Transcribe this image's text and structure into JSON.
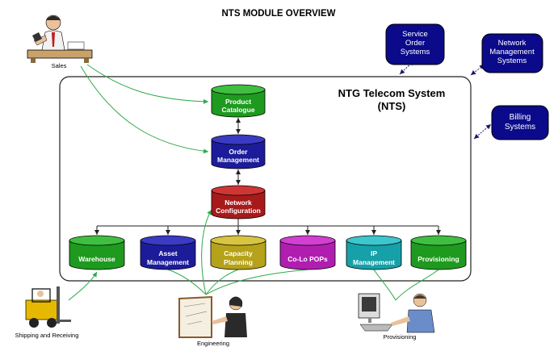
{
  "title": "NTS MODULE OVERVIEW",
  "system_box": {
    "line1": "NTG Telecom System",
    "line2": "(NTS)"
  },
  "external_systems": [
    {
      "lines": [
        "Service",
        "Order",
        "Systems"
      ]
    },
    {
      "lines": [
        "Network",
        "Management",
        "Systems"
      ]
    },
    {
      "lines": [
        "Billing",
        "Systems"
      ]
    }
  ],
  "core_modules": [
    {
      "lines": [
        "Product",
        "Catalogue"
      ],
      "color": "#1e9a1e"
    },
    {
      "lines": [
        "Order",
        "Management"
      ],
      "color": "#1c1c9a"
    },
    {
      "lines": [
        "Network",
        "Configuration"
      ],
      "color": "#a81a1a"
    }
  ],
  "sub_modules": [
    {
      "lines": [
        "Warehouse"
      ],
      "color": "#1e9a1e"
    },
    {
      "lines": [
        "Asset",
        "Management"
      ],
      "color": "#1c1c9a"
    },
    {
      "lines": [
        "Capacity",
        "Planning"
      ],
      "color": "#b5a21a"
    },
    {
      "lines": [
        "Co-Lo POPs"
      ],
      "color": "#b01eb0"
    },
    {
      "lines": [
        "IP",
        "Management"
      ],
      "color": "#16a0a8"
    },
    {
      "lines": [
        "Provisioning"
      ],
      "color": "#1e9a1e"
    }
  ],
  "actors": [
    {
      "label": "Sales",
      "icon": "salesperson-at-desk-icon"
    },
    {
      "label": "Shipping and Receiving",
      "icon": "forklift-icon"
    },
    {
      "label": "Engineering",
      "icon": "engineer-at-drafting-board-icon"
    },
    {
      "label": "Provisioning",
      "icon": "technician-at-computer-icon"
    }
  ],
  "colors": {
    "external_system": "#0a0a8a",
    "flow_line": "#2ea84a",
    "connector": "#1a1a6a"
  }
}
